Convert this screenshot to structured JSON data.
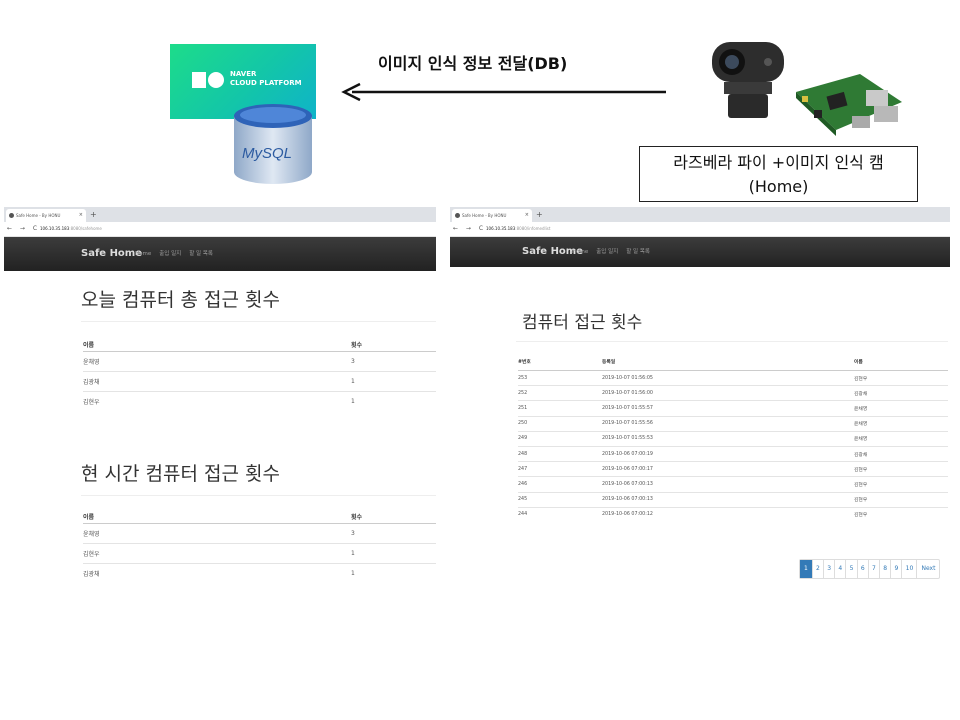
{
  "diagram": {
    "ncp_logo_line1": "NAVER",
    "ncp_logo_line2": "CLOUD PLATFORM",
    "db_logo_text": "MySQL",
    "arrow_label": "이미지 인식 정보 전달(DB)",
    "device_label_line1": "라즈베라 파이 +이미지 인식 캠",
    "device_label_line2": "(Home)",
    "colors": {
      "ncp_green": "#1ddc8a",
      "arrow": "#111111"
    }
  },
  "left_browser": {
    "tab_title": "Safe Home - By HONU",
    "tab_close": "×",
    "new_tab": "+",
    "nav_buttons": "← → C",
    "url_host": "106.10.35.183",
    "url_path": ":8080/safehome",
    "brand": "Safe Home",
    "nav": [
      "Home",
      "출입 일지",
      "할 일 목록"
    ],
    "section1": {
      "title": "오늘 컴퓨터 총 접근 횟수",
      "headers": [
        "이름",
        "횟수"
      ],
      "rows": [
        [
          "윤채영",
          "3"
        ],
        [
          "김광채",
          "1"
        ],
        [
          "김현우",
          "1"
        ]
      ]
    },
    "section2": {
      "title": "현 시간 컴퓨터 접근 횟수",
      "headers": [
        "이름",
        "횟수"
      ],
      "rows": [
        [
          "윤채영",
          "3"
        ],
        [
          "김현우",
          "1"
        ],
        [
          "김광채",
          "1"
        ]
      ]
    }
  },
  "right_browser": {
    "tab_title": "Safe Home - By HONU",
    "tab_close": "×",
    "new_tab": "+",
    "nav_buttons": "← → C",
    "url_host": "106.10.35.183",
    "url_path": ":8080/infomedlist",
    "brand": "Safe Home",
    "nav": [
      "Home",
      "출입 일지",
      "할 일 목록"
    ],
    "title": "컴퓨터 접근 횟수",
    "headers": [
      "#번호",
      "등록일",
      "이름"
    ],
    "rows": [
      [
        "253",
        "2019-10-07 01:56:05",
        "김현우"
      ],
      [
        "252",
        "2019-10-07 01:56:00",
        "김광채"
      ],
      [
        "251",
        "2019-10-07 01:55:57",
        "윤채영"
      ],
      [
        "250",
        "2019-10-07 01:55:56",
        "윤채영"
      ],
      [
        "249",
        "2019-10-07 01:55:53",
        "윤채영"
      ],
      [
        "248",
        "2019-10-06 07:00:19",
        "김광채"
      ],
      [
        "247",
        "2019-10-06 07:00:17",
        "김현우"
      ],
      [
        "246",
        "2019-10-06 07:00:13",
        "김현우"
      ],
      [
        "245",
        "2019-10-06 07:00:13",
        "김현우"
      ],
      [
        "244",
        "2019-10-06 07:00:12",
        "김현우"
      ]
    ],
    "pagination": [
      "1",
      "2",
      "3",
      "4",
      "5",
      "6",
      "7",
      "8",
      "9",
      "10",
      "Next"
    ],
    "active_page": "1",
    "colors": {
      "pager_active": "#337ab7"
    }
  }
}
